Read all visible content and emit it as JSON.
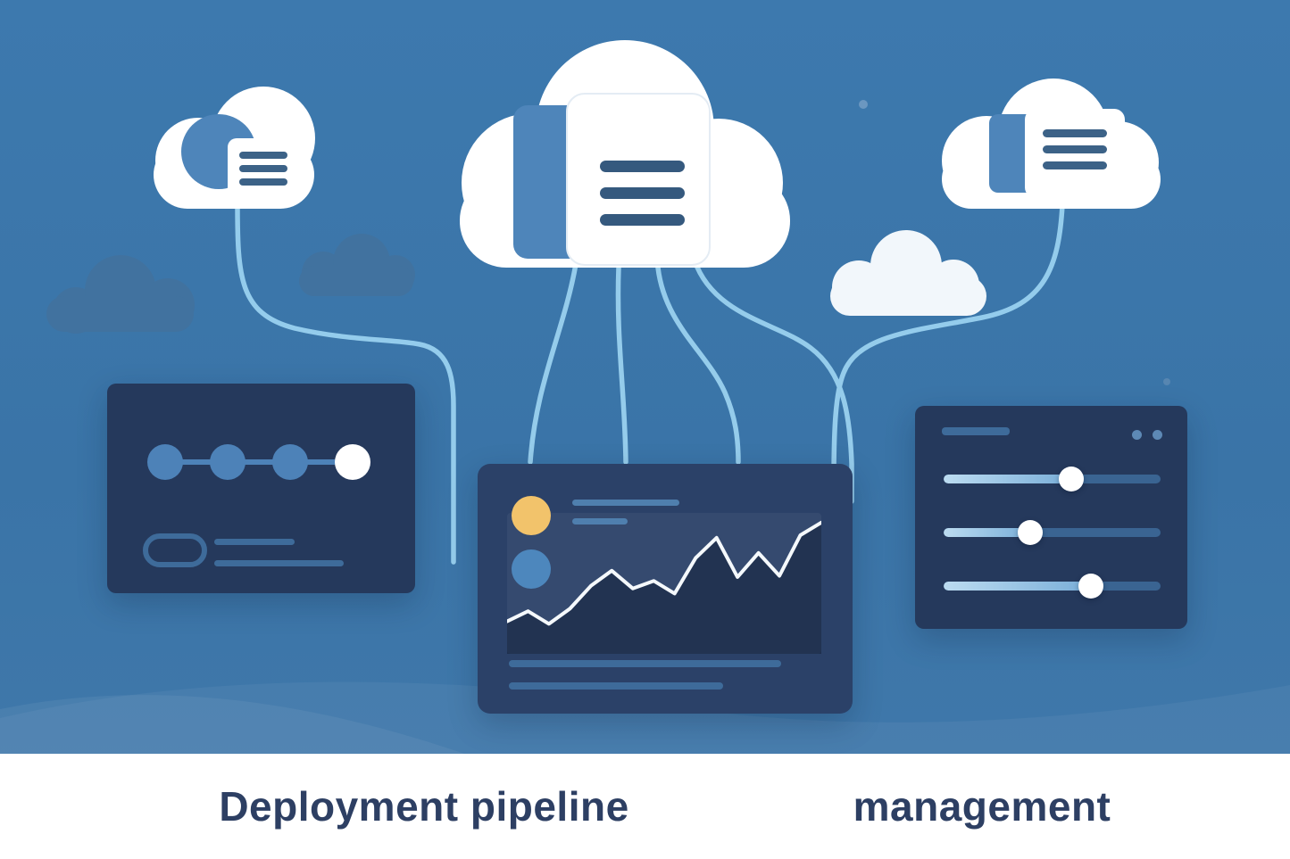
{
  "caption": {
    "left_text": "Deployment pipeline",
    "right_text": "management",
    "text_color": "#2d3f63",
    "band_background": "#ffffff"
  },
  "colors": {
    "sky": "#3a74a7",
    "panel_navy": "#25395c",
    "panel_navy_light": "#2b4168",
    "accent_blue": "#4e85ba",
    "muted_blue": "#3e6b9a",
    "connector_light_blue": "#9fd6f3",
    "highlight_yellow": "#f2c36b",
    "white": "#ffffff"
  },
  "clouds": [
    {
      "id": "left",
      "icon": "cloud-document-list-icon",
      "text_lines": 3
    },
    {
      "id": "center",
      "icon": "cloud-document-list-icon",
      "text_lines": 3
    },
    {
      "id": "right",
      "icon": "cloud-document-list-icon",
      "text_lines": 3
    }
  ],
  "panels": {
    "pipeline": {
      "nodes": [
        {
          "state": "done"
        },
        {
          "state": "done"
        },
        {
          "state": "done"
        },
        {
          "state": "active"
        }
      ],
      "node_done_color": "#4d82b8",
      "node_active_color": "#ffffff",
      "has_toggle_pill": true,
      "text_line_count": 2
    },
    "dashboard": {
      "bullets": [
        {
          "color": "#f2c36b"
        },
        {
          "color": "#4d87bd"
        }
      ],
      "text_line_count": 4
    },
    "settings": {
      "window_dots": 2,
      "sliders": [
        {
          "value": 0.59
        },
        {
          "value": 0.4
        },
        {
          "value": 0.68
        }
      ]
    }
  },
  "chart_data": {
    "type": "line",
    "values": [
      20,
      28,
      18,
      30,
      48,
      60,
      46,
      52,
      42,
      70,
      86,
      55,
      74,
      56,
      88,
      98
    ],
    "title": "",
    "xlabel": "",
    "ylabel": "",
    "ylim": [
      0,
      100
    ],
    "grid": false,
    "legend": "none",
    "line_color": "#f5f9fc",
    "area_color": "rgba(19,33,56,0.55)"
  }
}
